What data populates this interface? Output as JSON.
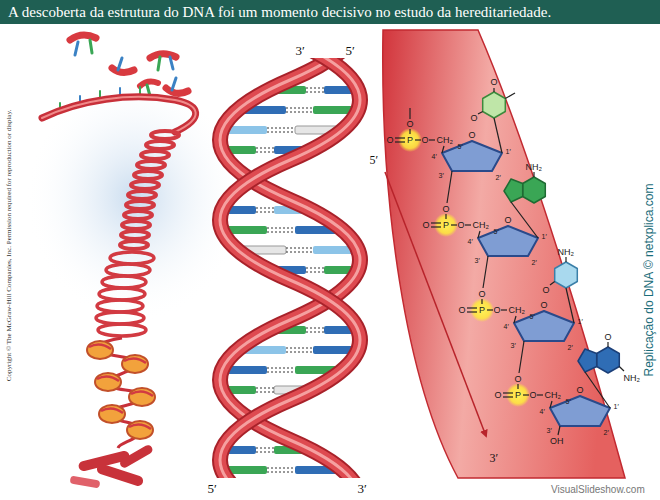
{
  "diagram": {
    "title": "A descoberta da estrutura do DNA foi um momento decisivo no estudo da hereditariedade.",
    "labels": [
      "Copyright © The McGraw-Hill Companies, Inc. Permission required for reproduction or display.",
      "Replicação do DNA © netxplica.com",
      "5′",
      "3′",
      "5′",
      "3′",
      "5′",
      "3′",
      "VisualSlideshow.com",
      "O",
      "P",
      "O",
      "CH₂",
      "O",
      "5′",
      "4′",
      "3′",
      "2′",
      "1′",
      "O",
      "O",
      "P",
      "O",
      "CH₂",
      "O",
      "5′",
      "4′",
      "3′",
      "2′",
      "1′",
      "O",
      "O",
      "P",
      "O",
      "CH₂",
      "O",
      "5′",
      "4′",
      "3′",
      "2′",
      "1′",
      "O",
      "O",
      "P",
      "O",
      "CH₂",
      "O",
      "5′",
      "4′",
      "3′",
      "2′",
      "1′",
      "O",
      "O",
      "O",
      "NH₂",
      "NH₂",
      "O",
      "O",
      "NH₂",
      "OH"
    ]
  }
}
